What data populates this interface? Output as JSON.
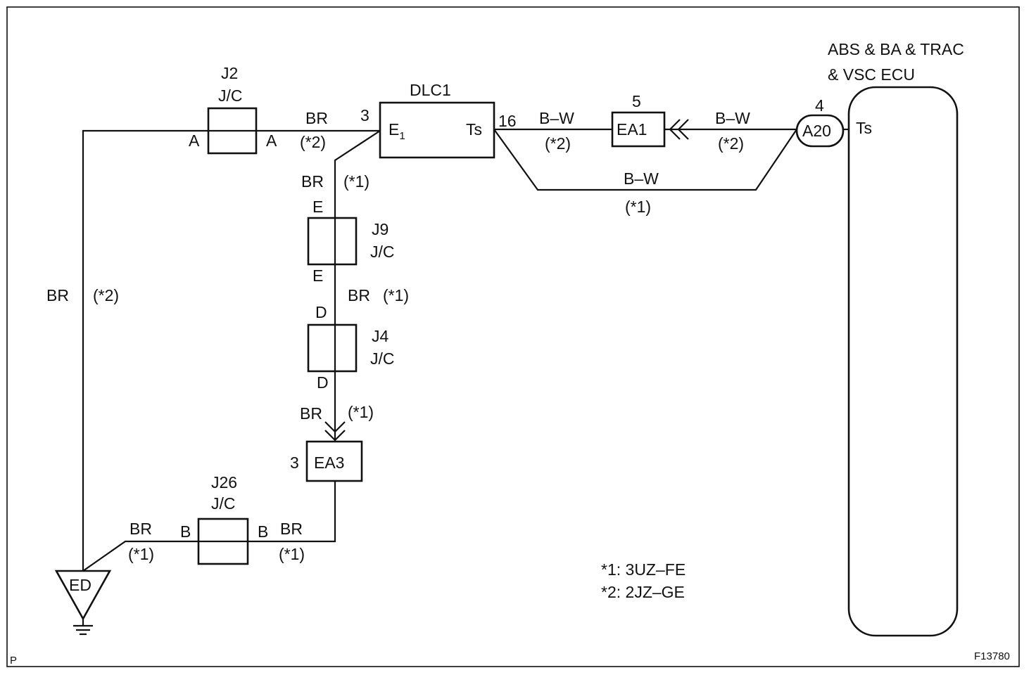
{
  "border_marks": {
    "corner": "P",
    "figure_id": "F13780"
  },
  "ecu": {
    "title_line1": "ABS & BA & TRAC",
    "title_line2": "& VSC ECU",
    "terminal": "Ts"
  },
  "connectors": {
    "j2": {
      "name": "J2",
      "type": "J/C",
      "pin_left": "A",
      "pin_right": "A"
    },
    "dlc1": {
      "name": "DLC1",
      "pin_e1_num": "3",
      "pin_e1_main": "E",
      "pin_e1_sub": "1",
      "pin_ts_num": "16",
      "pin_ts": "Ts"
    },
    "ea1": {
      "name": "EA1",
      "num": "5"
    },
    "a20": {
      "name": "A20",
      "num": "4"
    },
    "j9": {
      "name": "J9",
      "type": "J/C",
      "pin_top": "E",
      "pin_bottom": "E"
    },
    "j4": {
      "name": "J4",
      "type": "J/C",
      "pin_top": "D",
      "pin_bottom": "D"
    },
    "ea3": {
      "name": "EA3",
      "num": "3"
    },
    "j26": {
      "name": "J26",
      "type": "J/C",
      "pin_left": "B",
      "pin_right": "B"
    },
    "ground": {
      "name": "ED"
    }
  },
  "wires": {
    "br_j2_dlc": {
      "color": "BR",
      "note": "(*2)"
    },
    "br_dlc_j9": {
      "color": "BR",
      "note": "(*1)"
    },
    "br_j9_j4": {
      "color": "BR",
      "note": "(*1)"
    },
    "br_j4_ea3": {
      "color": "BR",
      "note": "(*1)"
    },
    "br_left": {
      "color": "BR",
      "note": "(*2)"
    },
    "br_ed_j26": {
      "color": "BR",
      "note": "(*1)"
    },
    "br_j26_ea3": {
      "color": "BR",
      "note": "(*1)"
    },
    "bw_dlc_ea1": {
      "color": "B–W",
      "note": "(*2)"
    },
    "bw_ea1_a20": {
      "color": "B–W",
      "note": "(*2)"
    },
    "bw_lower": {
      "color": "B–W",
      "note": "(*1)"
    }
  },
  "legend": {
    "note1": "*1: 3UZ–FE",
    "note2": "*2: 2JZ–GE"
  }
}
